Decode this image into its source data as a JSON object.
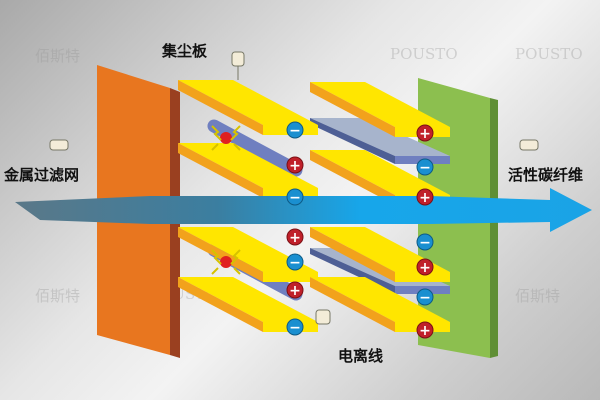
{
  "labels": {
    "collector_plate": "集尘板",
    "metal_filter": "金属过滤网",
    "carbon_fiber": "活性碳纤维",
    "ionization_wire": "电离线"
  },
  "watermarks": [
    "佰斯特",
    "POUSTO"
  ],
  "signs": {
    "positive": "+",
    "negative": "−"
  },
  "colors": {
    "filter_panel": "#e8761f",
    "carbon_panel": "#8cbf4f",
    "plate_top": "#ffe600",
    "plate_side": "#f2a21c",
    "wire": "#6f7fc0",
    "airflow": "#1aa3e6",
    "positive": "#c0202a",
    "negative": "#1a8fd0"
  }
}
